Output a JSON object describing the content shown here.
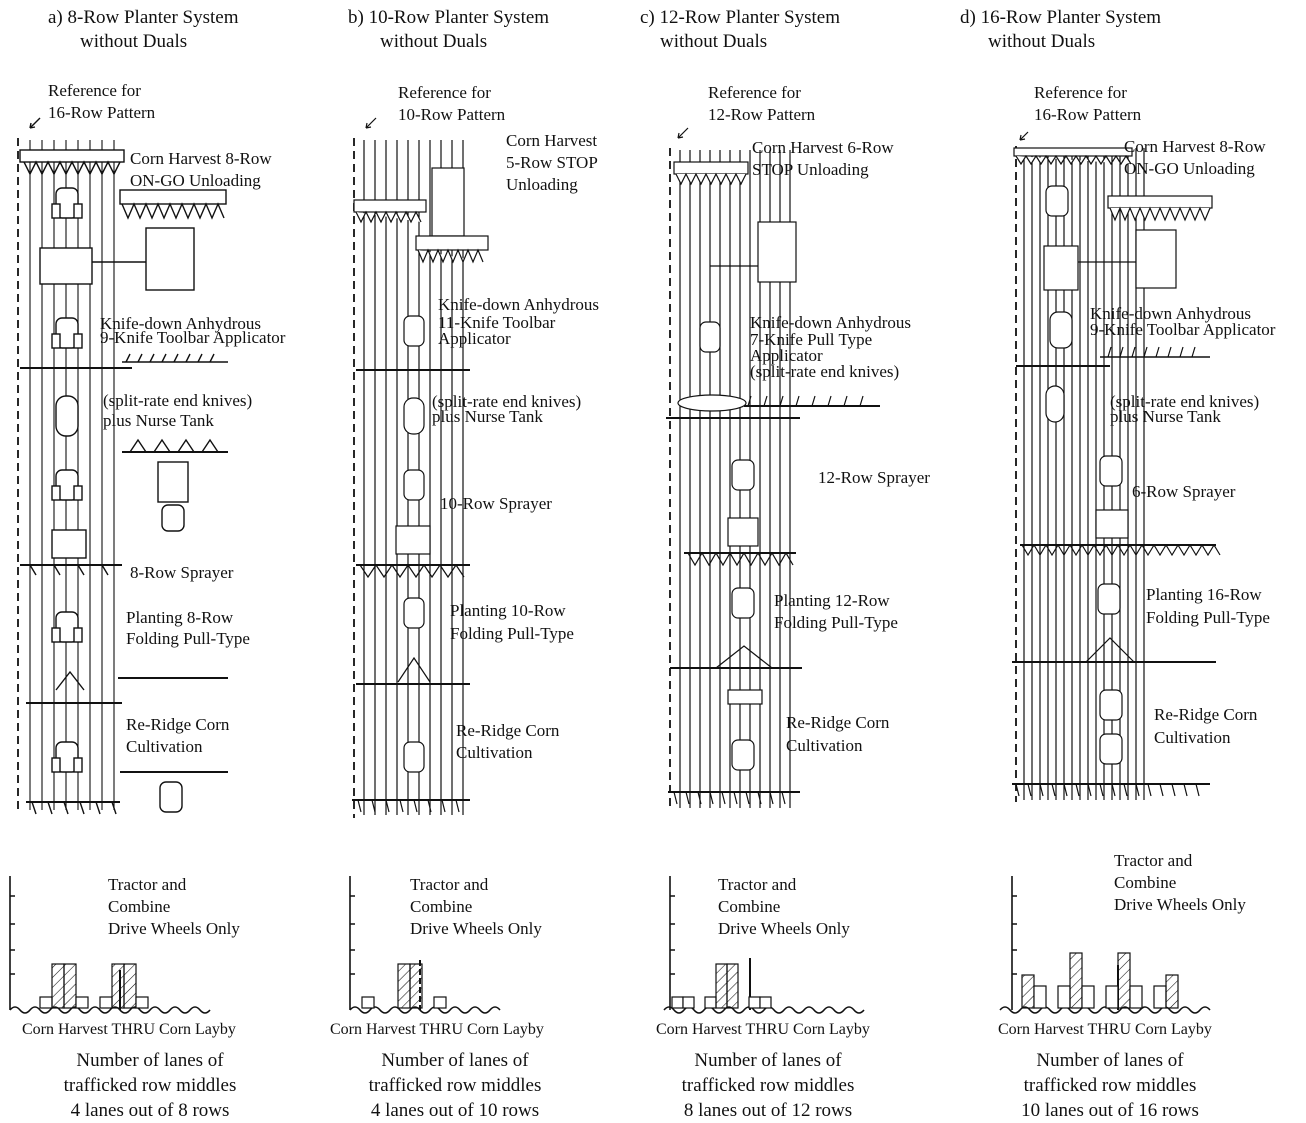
{
  "panels": [
    {
      "id": "a",
      "heading_l1": "a)  8-Row Planter System",
      "heading_l2": "without Duals",
      "reference_l1": "Reference for",
      "reference_l2": "16-Row Pattern",
      "labels": [
        "Corn Harvest 8-Row",
        "ON-GO Unloading",
        "Knife-down Anhydrous",
        "9-Knife Toolbar Applicator",
        "(split-rate end knives)",
        "plus Nurse Tank",
        "8-Row Sprayer",
        "Planting 8-Row",
        "Folding Pull-Type",
        "Re-Ridge Corn",
        "Cultivation"
      ],
      "histogram_caption": [
        "Tractor and",
        "Combine",
        "Drive Wheels Only"
      ],
      "axis_caption": "Corn Harvest THRU Corn Layby",
      "summary": [
        "Number of lanes of",
        "trafficked row middles",
        "4 lanes out of 8 rows"
      ],
      "bars": [
        0,
        1,
        4,
        4,
        1,
        0,
        1,
        4,
        4,
        1,
        0
      ]
    },
    {
      "id": "b",
      "heading_l1": "b)  10-Row Planter System",
      "heading_l2": "without Duals",
      "reference_l1": "Reference for",
      "reference_l2": "10-Row Pattern",
      "labels": [
        "Corn Harvest",
        "5-Row STOP",
        "Unloading",
        "Knife-down Anhydrous",
        "11-Knife Toolbar",
        "Applicator",
        "(split-rate end knives)",
        "plus Nurse Tank",
        "10-Row Sprayer",
        "Planting 10-Row",
        "Folding Pull-Type",
        "Re-Ridge Corn",
        "Cultivation"
      ],
      "histogram_caption": [
        "Tractor and",
        "Combine",
        "Drive Wheels Only"
      ],
      "axis_caption": "Corn Harvest THRU Corn Layby",
      "summary": [
        "Number of lanes of",
        "trafficked row middles",
        "4 lanes out of 10 rows"
      ],
      "bars": [
        1,
        0,
        0,
        4,
        4,
        0,
        1
      ]
    },
    {
      "id": "c",
      "heading_l1": "c)  12-Row Planter System",
      "heading_l2": "without Duals",
      "reference_l1": "Reference for",
      "reference_l2": "12-Row Pattern",
      "labels": [
        "Corn Harvest 6-Row",
        "STOP Unloading",
        "Knife-down Anhydrous",
        "7-Knife Pull Type",
        "Applicator",
        "(split-rate end knives)",
        "12-Row Sprayer",
        "Planting 12-Row",
        "Folding Pull-Type",
        "Re-Ridge Corn",
        "Cultivation"
      ],
      "histogram_caption": [
        "Tractor and",
        "Combine",
        "Drive Wheels Only"
      ],
      "axis_caption": "Corn Harvest THRU Corn Layby",
      "summary": [
        "Number of lanes of",
        "trafficked row middles",
        "8 lanes out of 12 rows"
      ],
      "bars": [
        1,
        1,
        0,
        1,
        4,
        4,
        0,
        1,
        1
      ]
    },
    {
      "id": "d",
      "heading_l1": "d)  16-Row Planter System",
      "heading_l2": "without Duals",
      "reference_l1": "Reference for",
      "reference_l2": "16-Row Pattern",
      "labels": [
        "Corn Harvest 8-Row",
        "ON-GO Unloading",
        "Knife-down Anhydrous",
        "9-Knife Toolbar Applicator",
        "(split-rate end knives)",
        "plus Nurse Tank",
        "6-Row Sprayer",
        "Planting 16-Row",
        "Folding Pull-Type",
        "Re-Ridge Corn",
        "Cultivation"
      ],
      "histogram_caption": [
        "Tractor and",
        "Combine",
        "Drive Wheels Only"
      ],
      "axis_caption": "Corn Harvest THRU Corn Layby",
      "summary": [
        "Number of lanes of",
        "trafficked row middles",
        "10 lanes out of 16 rows"
      ],
      "bars": [
        3,
        2,
        0,
        2,
        5,
        2,
        0,
        2,
        5,
        2,
        0,
        2,
        3
      ]
    }
  ]
}
